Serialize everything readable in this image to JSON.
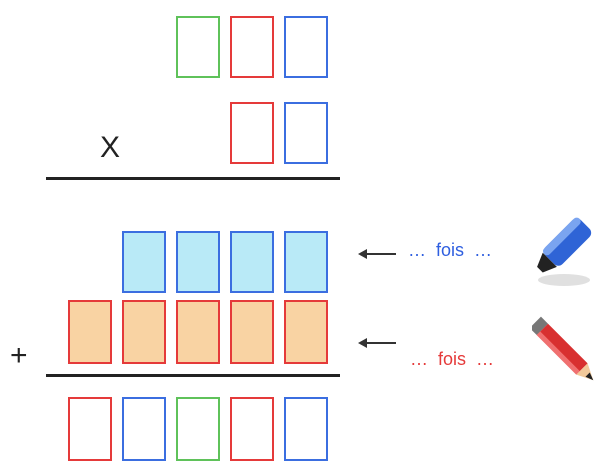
{
  "operators": {
    "times": "X",
    "plus": "+"
  },
  "annotations": {
    "row1": {
      "text": "…  fois  …",
      "color": "#2f5fe0"
    },
    "row2": {
      "text": "…  fois  …",
      "color": "#e53a3a"
    }
  },
  "icons": {
    "row1_tool": "blue-marker-icon",
    "row2_tool": "red-pencil-icon",
    "arrow": "left-arrow-icon"
  },
  "colors": {
    "green": "#5fc25a",
    "red": "#e53a3a",
    "blue": "#3b6ee0",
    "partial1_fill": "#b9eaf7",
    "partial2_fill": "#f9d3a3"
  },
  "rows": {
    "multiplicand": [
      "green",
      "red",
      "blue"
    ],
    "multiplier": [
      "red",
      "blue"
    ],
    "partial1": [
      "blue",
      "blue",
      "blue",
      "blue"
    ],
    "partial2": [
      "red",
      "red",
      "red",
      "red",
      "red"
    ],
    "result": [
      "red",
      "blue",
      "green",
      "red",
      "blue"
    ]
  }
}
